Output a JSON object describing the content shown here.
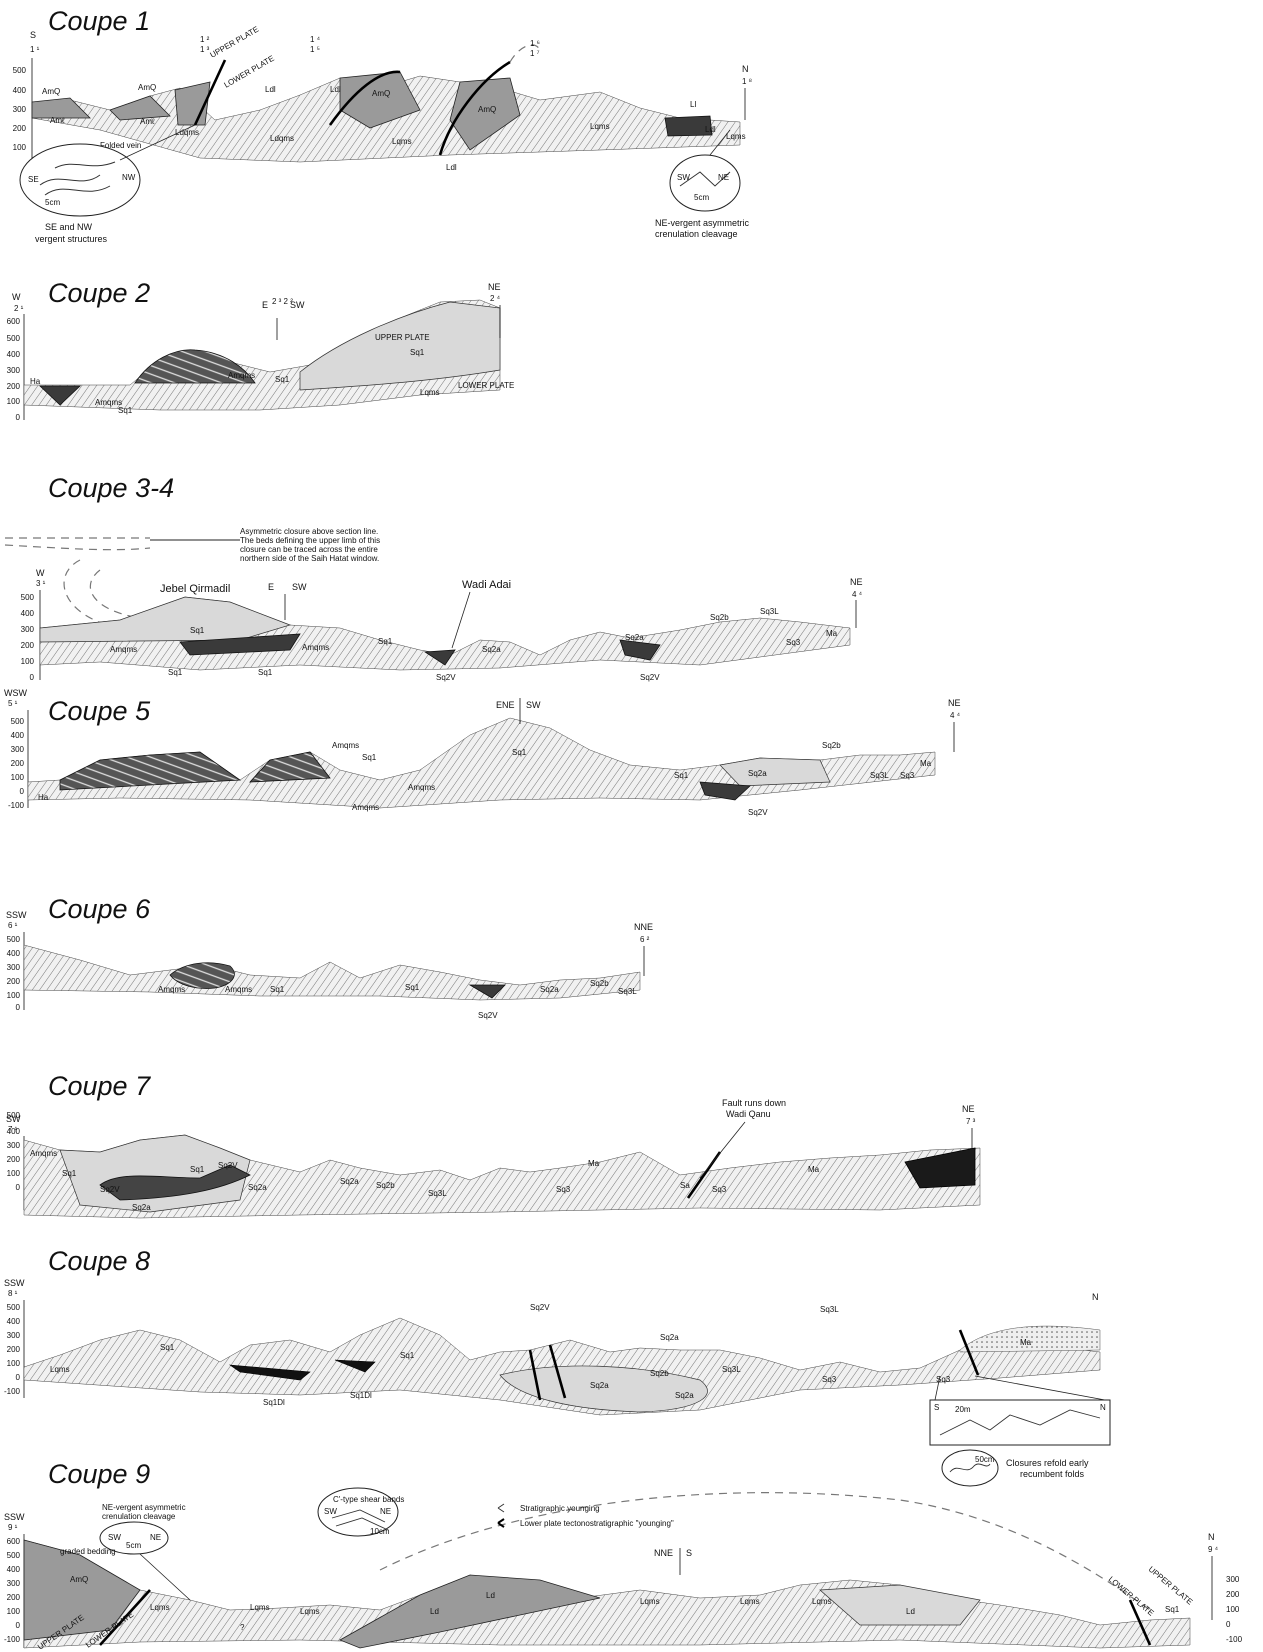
{
  "coupe1": {
    "title": "Coupe 1",
    "ticks": [
      "500",
      "400",
      "300",
      "200",
      "100"
    ],
    "ends": {
      "left_dir": "S",
      "left_num": "1 ¹",
      "right_dir": "N",
      "right_num": "1 ⁸"
    },
    "markers": [
      "1 ²",
      "1 ³",
      "1 ⁴",
      "1 ⁵",
      "1 ⁶",
      "1 ⁷"
    ],
    "plates": {
      "upper": "UPPER PLATE",
      "lower": "LOWER PLATE"
    },
    "units": {
      "amq": "AmQ",
      "amp": "Amℓ",
      "ldqms": "Ldqms",
      "ldl": "Ldl",
      "lqms": "Lqms",
      "li": "Ll",
      "folded_vein": "Folded vein"
    },
    "inset_left": {
      "se": "SE",
      "nw": "NW",
      "scale": "5cm",
      "caption1": "SE and NW",
      "caption2": "vergent structures"
    },
    "inset_right": {
      "sw": "SW",
      "ne": "NE",
      "scale": "5cm",
      "caption1": "NE-vergent asymmetric",
      "caption2": "crenulation cleavage"
    }
  },
  "coupe2": {
    "title": "Coupe 2",
    "ticks": [
      "600",
      "500",
      "400",
      "300",
      "200",
      "100",
      "0"
    ],
    "ends": {
      "left_dir": "W",
      "left_num": "2 ¹",
      "right_dir": "NE",
      "right_num": "2 ⁴",
      "mid_e": "E",
      "mid_num": "2 ³\n2 ²",
      "mid_sw": "SW"
    },
    "plates": {
      "upper": "UPPER PLATE",
      "lower": "LOWER PLATE"
    },
    "units": {
      "amqms": "Amqms",
      "sq1": "Sq1",
      "lqms": "Lqms",
      "ha": "Ha"
    }
  },
  "coupe34": {
    "title": "Coupe 3-4",
    "note": [
      "Asymmetric closure above section line.",
      "The beds defining the upper limb of this",
      "closure can be traced across the entire",
      "northern side of the Saih Hatat window."
    ],
    "ticks": [
      "500",
      "400",
      "300",
      "200",
      "100",
      "0"
    ],
    "ends": {
      "left_dir": "W",
      "left_num": "3 ¹",
      "right_dir": "NE",
      "right_num": "4 ⁴",
      "mid_e": "E",
      "mid_sw": "SW"
    },
    "places": {
      "jebel": "Jebel Qirmadil",
      "wadi": "Wadi Adai"
    },
    "units": {
      "sq1": "Sq1",
      "amqms": "Amqms",
      "sq2v": "Sq2V",
      "sq2a": "Sq2a",
      "sq2b": "Sq2b",
      "sq3l": "Sq3L",
      "sq3": "Sq3",
      "ma": "Ma"
    }
  },
  "coupe5": {
    "title": "Coupe 5",
    "ticks": [
      "500",
      "400",
      "300",
      "200",
      "100",
      "0",
      "-100"
    ],
    "ends": {
      "left_dir": "WSW",
      "left_num": "5 ¹",
      "right_dir": "NE",
      "right_num": "4 ⁴",
      "mid_ene": "ENE",
      "mid_sw": "SW"
    },
    "units": {
      "amqms": "Amqms",
      "sq1": "Sq1",
      "sq2v": "Sq2V",
      "sq2a": "Sq2a",
      "sq2b": "Sq2b",
      "sq3l": "Sq3L",
      "sq3": "Sq3",
      "ma": "Ma",
      "ha": "Ha"
    }
  },
  "coupe6": {
    "title": "Coupe 6",
    "ticks": [
      "500",
      "400",
      "300",
      "200",
      "100",
      "0"
    ],
    "ends": {
      "left_dir": "SSW",
      "left_num": "6 ¹",
      "right_dir": "NNE",
      "right_num": "6 ²"
    },
    "units": {
      "amqms": "Amqms",
      "sq1": "Sq1",
      "sq2v": "Sq2V",
      "sq2a": "Sq2a",
      "sq2b": "Sq2b",
      "sq3l": "Sq3L"
    }
  },
  "coupe7": {
    "title": "Coupe 7",
    "ticks": [
      "500",
      "400",
      "300",
      "200",
      "100",
      "0"
    ],
    "ends": {
      "left_dir": "SW",
      "left_num": "7 ¹",
      "right_dir": "NE",
      "right_num": "7 ³"
    },
    "fault_note": [
      "Fault runs down",
      "Wadi Qanu"
    ],
    "units": {
      "amqms": "Amqms",
      "sq1": "Sq1",
      "sq2v": "Sq2V",
      "sq2a": "Sq2a",
      "sq2b": "Sq2b",
      "sq3l": "Sq3L",
      "sq3": "Sq3",
      "ma": "Ma",
      "sa": "Sa"
    }
  },
  "coupe8": {
    "title": "Coupe 8",
    "ticks": [
      "500",
      "400",
      "300",
      "200",
      "100",
      "0",
      "-100"
    ],
    "ends": {
      "left_dir": "SSW",
      "left_num": "8 ¹",
      "right_dir": "N"
    },
    "units": {
      "lqms": "Lqms",
      "sq1": "Sq1",
      "sq1di": "Sq1Dl",
      "sq2v": "Sq2V",
      "sq2a": "Sq2a",
      "sq2b": "Sq2b",
      "sq3l": "Sq3L",
      "sq3": "Sq3",
      "ma": "Ma"
    },
    "inset": {
      "s": "S",
      "n": "N",
      "scale": "20m",
      "scale2": "50cm",
      "caption1": "Closures refold early",
      "caption2": "recumbent folds"
    }
  },
  "coupe9": {
    "title": "Coupe 9",
    "ticks": [
      "600",
      "500",
      "400",
      "300",
      "200",
      "100",
      "0",
      "-100"
    ],
    "right_ticks": [
      "300",
      "200",
      "100",
      "0",
      "-100"
    ],
    "ends": {
      "left_dir": "SSW",
      "left_num": "9 ¹",
      "right_dir": "N",
      "right_num": "9 ⁴",
      "mid_nne": "NNE",
      "mid_s": "S"
    },
    "inset_left": {
      "caption1": "NE-vergent asymmetric",
      "caption2": "crenulation cleavage",
      "sw": "SW",
      "ne": "NE",
      "scale": "5cm"
    },
    "inset_mid": {
      "caption": "C'-type shear bands",
      "sw": "SW",
      "ne": "NE",
      "scale": "10cm"
    },
    "legend": {
      "strat": "Stratigraphic younging",
      "lower": "Lower plate tectonostratigraphic \"younging\""
    },
    "plates": {
      "upper": "UPPER PLATE",
      "lower": "LOWER PLATE"
    },
    "units": {
      "amq": "AmQ",
      "lqms": "Lqms",
      "sq1": "Sq1",
      "ld": "Ld",
      "graded": "graded bedding",
      "q": "?"
    }
  }
}
